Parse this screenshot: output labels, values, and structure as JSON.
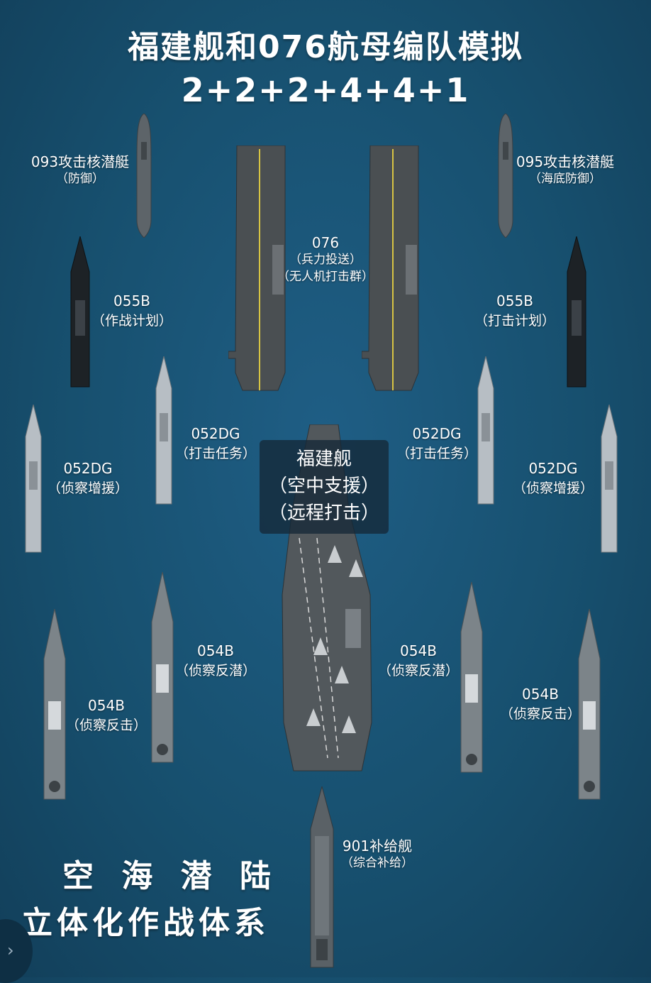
{
  "title": "福建舰和076航母编队模拟",
  "subtitle": "2+2+2+4+4+1",
  "labels": {
    "sub093": {
      "name": "093攻击核潜艇",
      "role": "（防御）"
    },
    "sub095": {
      "name": "095攻击核潜艇",
      "role": "（海底防御）"
    },
    "lhd076": {
      "name": "076",
      "role1": "（兵力投送）",
      "role2": "（无人机打击群）"
    },
    "d055b_left": {
      "name": "055B",
      "role": "（作战计划）"
    },
    "d055b_right": {
      "name": "055B",
      "role": "（打击计划）"
    },
    "d052dg_inner_left": {
      "name": "052DG",
      "role": "（打击任务）"
    },
    "d052dg_inner_right": {
      "name": "052DG",
      "role": "（打击任务）"
    },
    "d052dg_outer_left": {
      "name": "052DG",
      "role": "（侦察增援）"
    },
    "d052dg_outer_right": {
      "name": "052DG",
      "role": "（侦察增援）"
    },
    "carrier": {
      "name": "福建舰",
      "role1": "（空中支援）",
      "role2": "（远程打击）"
    },
    "f054b_inner_left": {
      "name": "054B",
      "role": "（侦察反潜）"
    },
    "f054b_inner_right": {
      "name": "054B",
      "role": "（侦察反潜）"
    },
    "f054b_outer_left": {
      "name": "054B",
      "role": "（侦察反击）"
    },
    "f054b_outer_right": {
      "name": "054B",
      "role": "（侦察反击）"
    },
    "supply901": {
      "name": "901补给舰",
      "role": "（综合补给）"
    }
  },
  "slogan": {
    "line1": "空 海 潜 陆",
    "line2": "立体化作战体系"
  },
  "nav": {
    "icon": "chevron-right-icon",
    "glyph": "›"
  },
  "colors": {
    "sea": "#17506f",
    "deck": "#4a4f52",
    "ship_light": "#b7bec4",
    "ship_dark": "#1d2226"
  }
}
